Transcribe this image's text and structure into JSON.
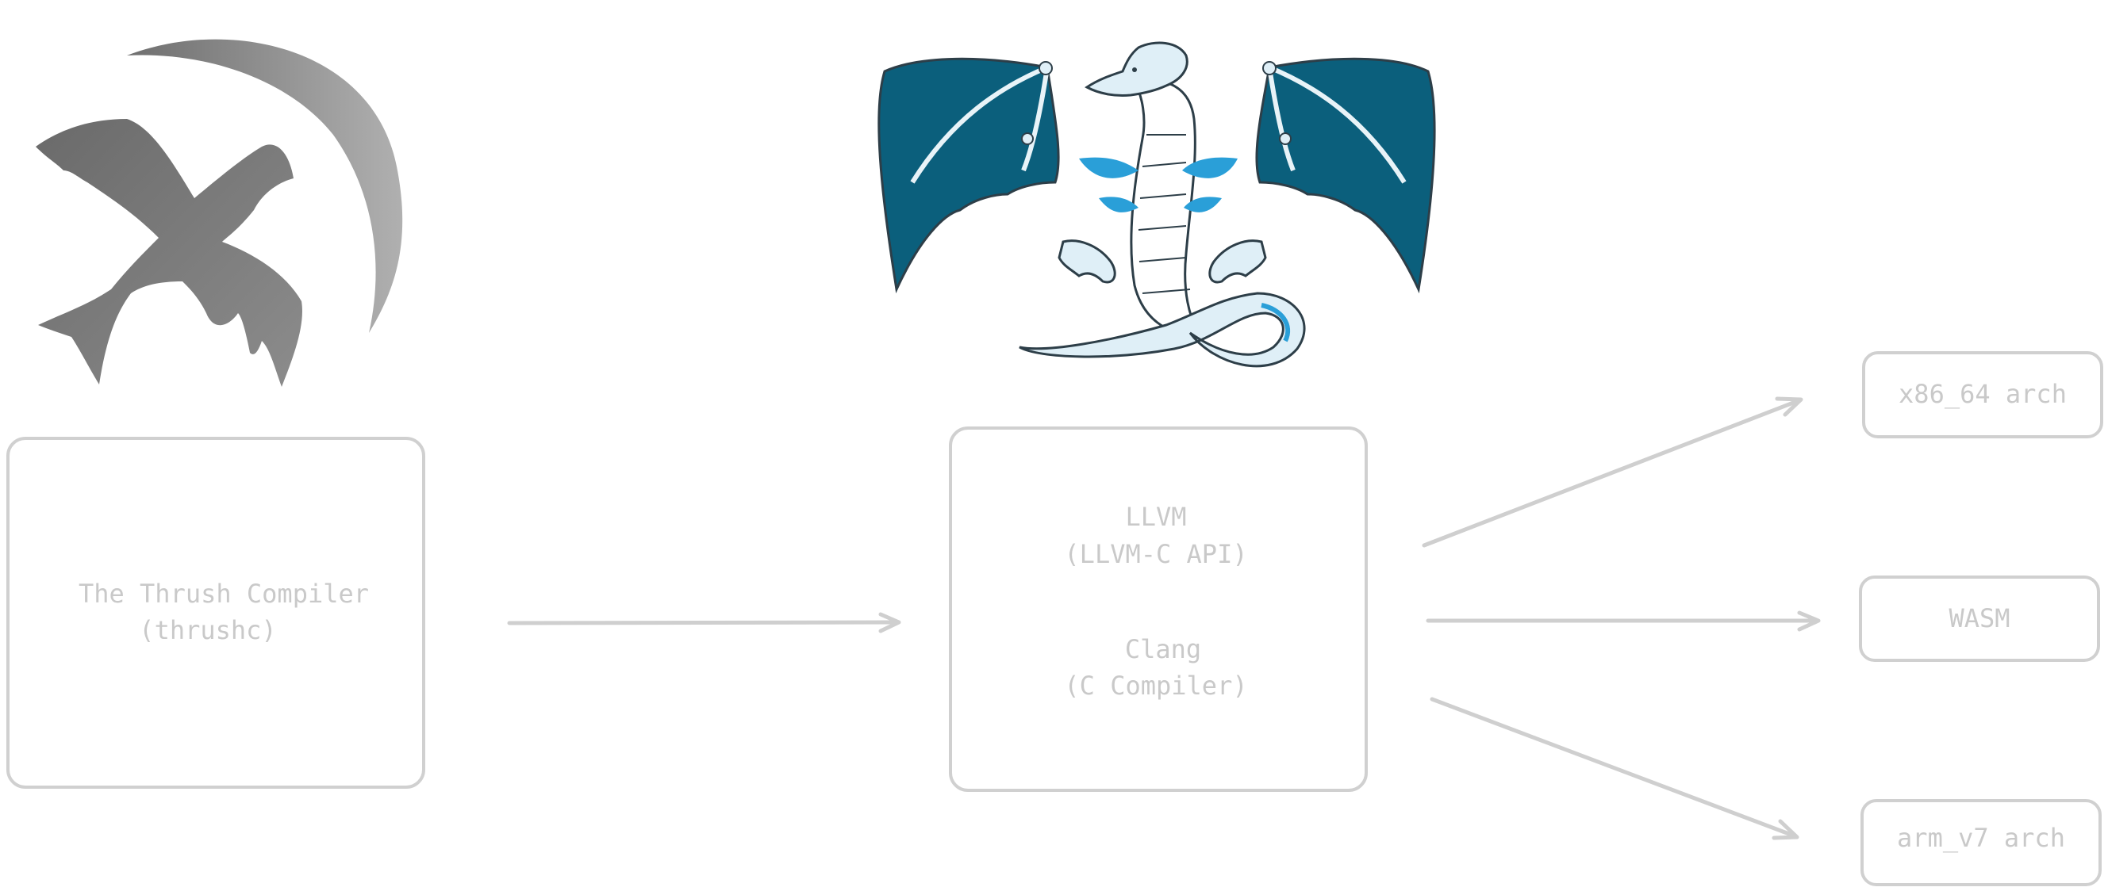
{
  "nodes": {
    "thrush": {
      "line1": "The Thrush Compiler",
      "line2": "(thrushc)"
    },
    "llvm": {
      "line1": "LLVM",
      "line2": "(LLVM-C API)",
      "line3": "Clang",
      "line4": "(C Compiler)"
    },
    "x86": {
      "label": "x86_64 arch"
    },
    "wasm": {
      "label": "WASM"
    },
    "arm": {
      "label": "arm_v7 arch"
    }
  },
  "logos": {
    "thrush": "thrush-bird-logo",
    "llvm": "llvm-dragon-logo"
  },
  "colors": {
    "box_stroke": "#d0d0d0",
    "text": "#c9c9c9",
    "dragon_wing": "#0b5f7c",
    "dragon_blue": "#2a9fd8",
    "thrush_gray": "#7a7a7a"
  }
}
